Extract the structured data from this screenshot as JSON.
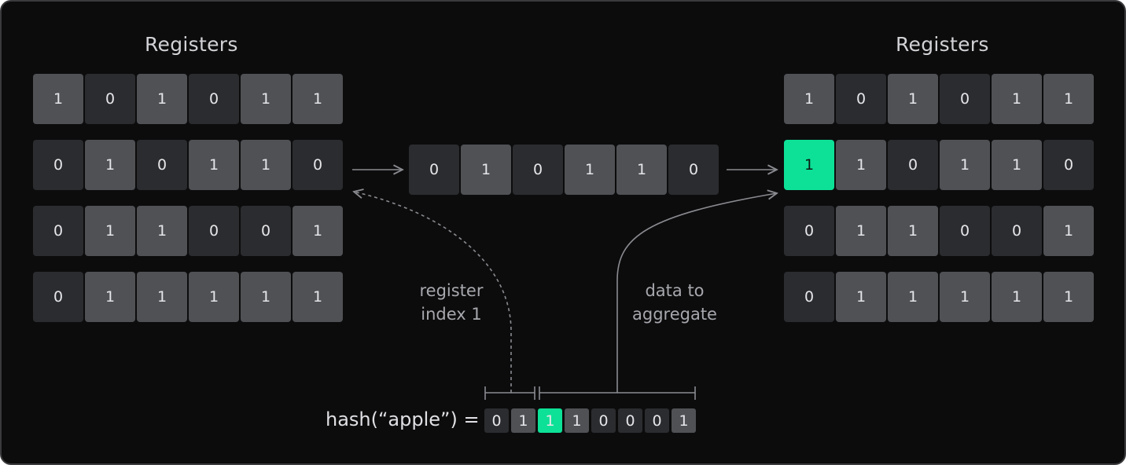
{
  "left_registers": {
    "title": "Registers",
    "rows": [
      [
        "1",
        "0",
        "1",
        "0",
        "1",
        "1"
      ],
      [
        "0",
        "1",
        "0",
        "1",
        "1",
        "0"
      ],
      [
        "0",
        "1",
        "1",
        "0",
        "0",
        "1"
      ],
      [
        "0",
        "1",
        "1",
        "1",
        "1",
        "1"
      ]
    ]
  },
  "middle_row": [
    "0",
    "1",
    "0",
    "1",
    "1",
    "0"
  ],
  "right_registers": {
    "title": "Registers",
    "rows": [
      [
        "1",
        "0",
        "1",
        "0",
        "1",
        "1"
      ],
      [
        "1",
        "1",
        "0",
        "1",
        "1",
        "0"
      ],
      [
        "0",
        "1",
        "1",
        "0",
        "0",
        "1"
      ],
      [
        "0",
        "1",
        "1",
        "1",
        "1",
        "1"
      ]
    ],
    "highlight": {
      "row": 1,
      "col": 0
    }
  },
  "labels": {
    "register_index": [
      "register",
      "index 1"
    ],
    "data_to_aggregate": [
      "data to",
      "aggregate"
    ]
  },
  "hash": {
    "label": "hash(“apple”) =",
    "bits": [
      "0",
      "1",
      "1",
      "1",
      "0",
      "0",
      "0",
      "1"
    ],
    "highlight_index": 2
  },
  "colors": {
    "background": "#0c0c0d",
    "bit_one": "#4f5155",
    "bit_zero": "#2b2c2f",
    "highlight": "#0de197"
  }
}
